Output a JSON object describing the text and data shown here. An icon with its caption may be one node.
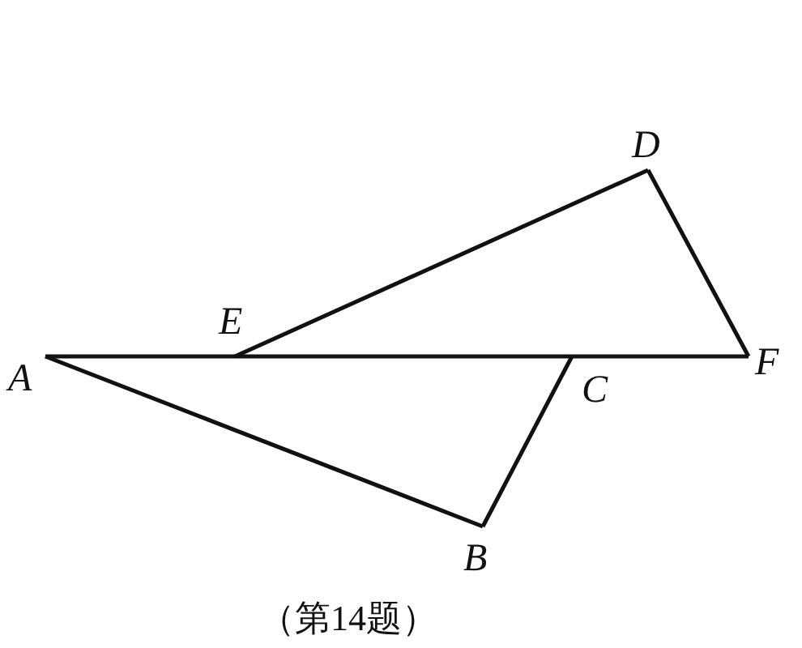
{
  "diagram": {
    "caption": "（第14题）",
    "nodes": [
      {
        "text": [
          "D"
        ]
      },
      {
        "text": [
          "E"
        ]
      },
      {
        "text": [
          "A"
        ]
      },
      {
        "text": [
          "F"
        ]
      },
      {
        "text": [
          "C"
        ]
      },
      {
        "text": [
          "B"
        ]
      }
    ],
    "edges": [
      {
        "from": 2,
        "to": 1,
        "arrow": "none"
      },
      {
        "from": 1,
        "to": 4,
        "arrow": "none"
      },
      {
        "from": 4,
        "to": 3,
        "arrow": "none"
      },
      {
        "from": 2,
        "to": 5,
        "arrow": "none"
      },
      {
        "from": 5,
        "to": 4,
        "arrow": "none"
      },
      {
        "from": 1,
        "to": 0,
        "arrow": "none"
      },
      {
        "from": 0,
        "to": 3,
        "arrow": "none"
      }
    ]
  }
}
